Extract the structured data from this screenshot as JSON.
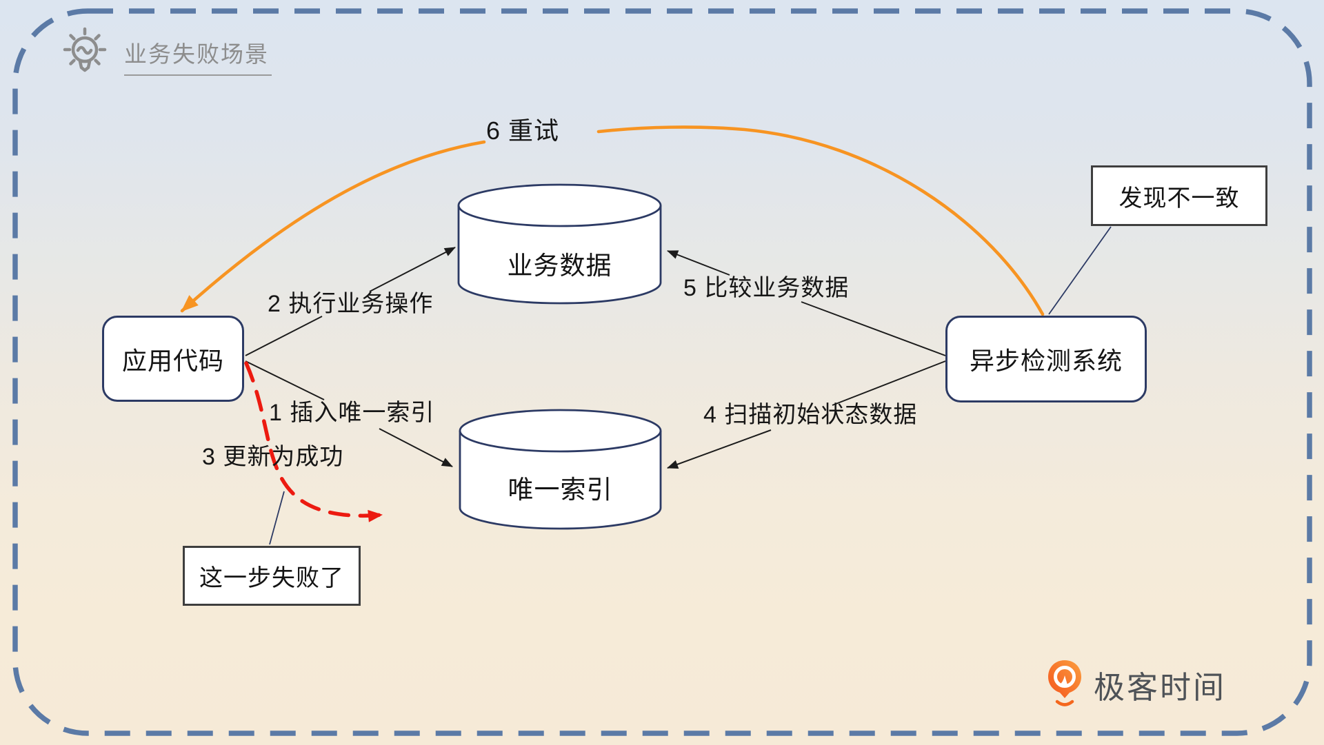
{
  "header": {
    "title": "业务失败场景"
  },
  "nodes": {
    "app_code": {
      "label": "应用代码",
      "shape": "rounded-rect"
    },
    "async_detector": {
      "label": "异步检测系统",
      "shape": "rounded-rect"
    },
    "business_data": {
      "label": "业务数据",
      "shape": "cylinder"
    },
    "unique_index": {
      "label": "唯一索引",
      "shape": "cylinder"
    },
    "found_inconsistency": {
      "label": "发现不一致",
      "shape": "rect-note"
    },
    "step_failed": {
      "label": "这一步失败了",
      "shape": "rect-note"
    }
  },
  "edges": {
    "insert_unique_index": {
      "label": "1 插入唯一索引",
      "from": "app_code",
      "to": "unique_index",
      "style": "solid-black"
    },
    "execute_business_op": {
      "label": "2 执行业务操作",
      "from": "app_code",
      "to": "business_data",
      "style": "solid-black"
    },
    "update_to_success": {
      "label": "3 更新为成功",
      "from": "app_code",
      "to": "unique_index",
      "style": "dashed-red-failed"
    },
    "scan_initial_state": {
      "label": "4 扫描初始状态数据",
      "from": "async_detector",
      "to": "unique_index",
      "style": "solid-black"
    },
    "compare_business_data": {
      "label": "5 比较业务数据",
      "from": "async_detector",
      "to": "business_data",
      "style": "solid-black"
    },
    "retry": {
      "label": "6 重试",
      "from": "async_detector",
      "to": "app_code",
      "style": "solid-orange-curve"
    }
  },
  "colors": {
    "frame_dash_blue": "#5b7aa6",
    "node_border_navy": "#2c3a64",
    "note_border_gray": "#3e3e3e",
    "arrow_black": "#1c1c1c",
    "retry_orange": "#f79422",
    "failed_red": "#ec1a10",
    "title_gray": "#8d8d8d",
    "brand_orange": "#f4671d"
  },
  "footer": {
    "brand": "极客时间"
  }
}
